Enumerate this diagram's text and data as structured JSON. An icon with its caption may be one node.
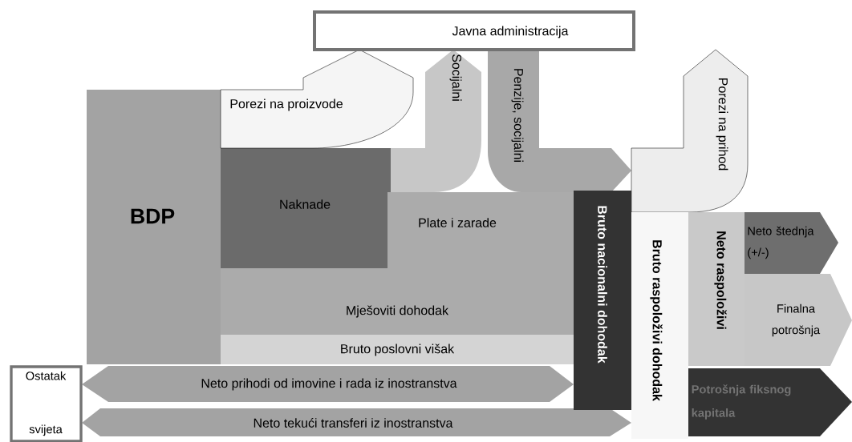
{
  "diagram": {
    "nodes": [
      {
        "text": [
          "Javna administracija"
        ]
      },
      {
        "text": [
          "BDP"
        ]
      },
      {
        "text": [
          "Porezi na proizvode"
        ]
      },
      {
        "text": [
          "Socijalni"
        ]
      },
      {
        "text": [
          "Penzije, socijalni"
        ]
      },
      {
        "text": [
          "Naknade"
        ]
      },
      {
        "text": [
          "Plate i zarade"
        ]
      },
      {
        "text": [
          "Mješoviti dohodak"
        ]
      },
      {
        "text": [
          "Bruto poslovni višak"
        ]
      },
      {
        "text": [
          "Bruto nacionalni dohodak"
        ]
      },
      {
        "text": [
          "Porezi na prihod"
        ]
      },
      {
        "text": [
          "Bruto raspoloživi dohodak"
        ]
      },
      {
        "text": [
          "Neto raspoloživi"
        ]
      },
      {
        "text": [
          "Neto štednja (+/-)"
        ]
      },
      {
        "text": [
          "Finalna potrošnja"
        ]
      },
      {
        "text": [
          "Potrošnja fiksnog kapitala"
        ]
      },
      {
        "text": [
          "Ostatak svijeta"
        ]
      },
      {
        "text": [
          "Neto prihodi od imovine i rada iz inostranstva"
        ]
      },
      {
        "text": [
          "Neto tekući transferi iz inostranstva"
        ]
      }
    ]
  }
}
